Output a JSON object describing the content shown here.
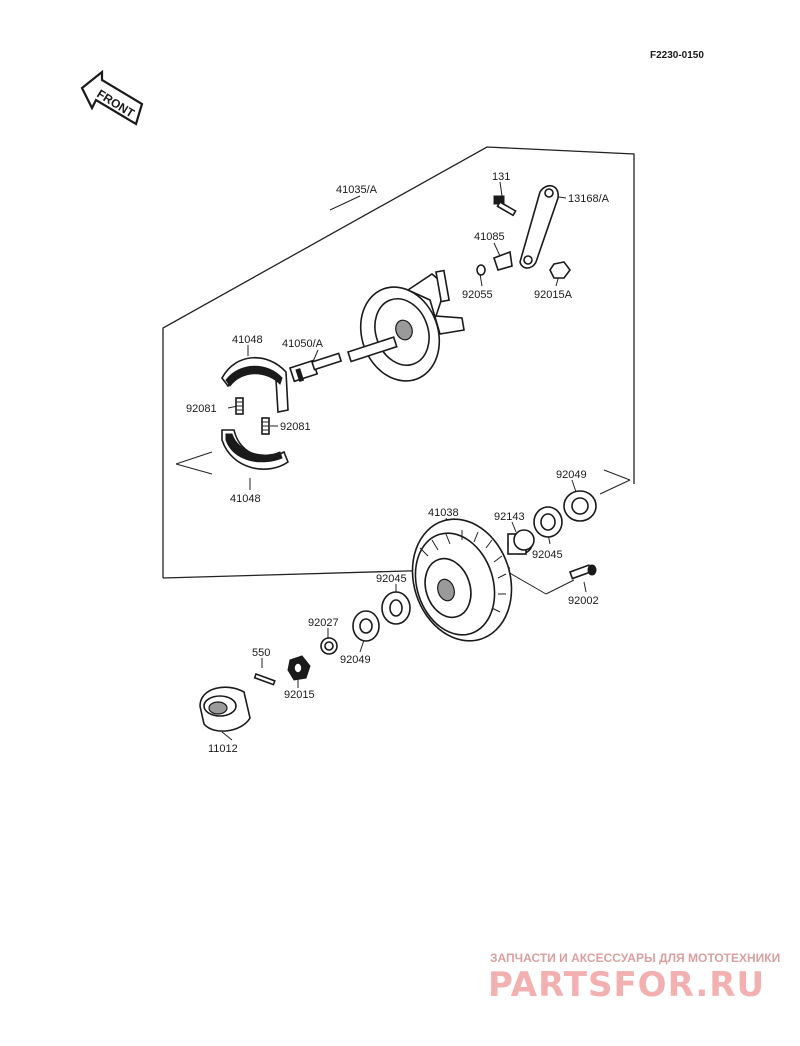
{
  "figure_code": "F2230-0150",
  "front_arrow_label": "FRONT",
  "parts": {
    "p41035": "41035/A",
    "p131": "131",
    "p13168": "13168/A",
    "p41085": "41085",
    "p92055": "92055",
    "p92015A": "92015A",
    "p41048_top": "41048",
    "p41050": "41050/A",
    "p92081_left": "92081",
    "p92081_right": "92081",
    "p41048_bottom": "41048",
    "p92049_top": "92049",
    "p41038": "41038",
    "p92143": "92143",
    "p92045_top": "92045",
    "p92002": "92002",
    "p92045_mid": "92045",
    "p92027": "92027",
    "p92049_mid": "92049",
    "p550": "550",
    "p92015": "92015",
    "p11012": "11012"
  },
  "watermark": {
    "tagline": "ЗАПЧАСТИ И АКСЕССУАРЫ ДЛЯ МОТОТЕХНИКИ",
    "logo": "PARTSFOR.RU"
  },
  "colors": {
    "ink": "#1a1a1a",
    "watermark": "#f2b0b0"
  }
}
